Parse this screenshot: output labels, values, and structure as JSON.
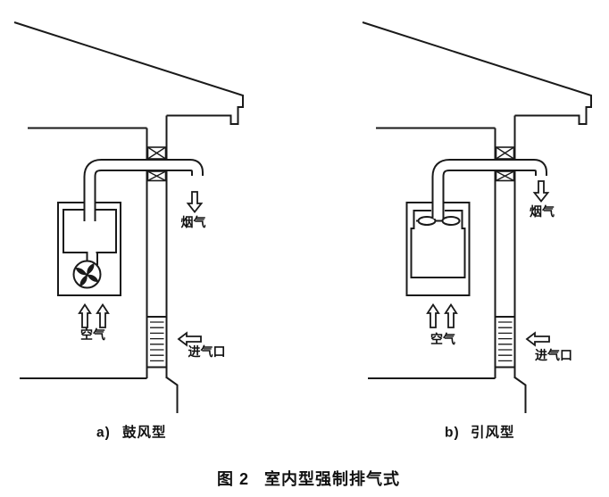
{
  "figure": {
    "number": "图 2",
    "name": "室内型强制排气式"
  },
  "panels": [
    {
      "caption_letter": "a)",
      "caption": "鼓风型",
      "flue_label": "烟气",
      "air_label": "空气",
      "inlet_label": "进气口",
      "fan_icon": "pinwheel-blower-fan",
      "flue_arrow_icon": "down-block-arrow",
      "air_arrow_icon": "up-block-arrows",
      "inlet_arrow_icon": "left-block-arrow"
    },
    {
      "caption_letter": "b)",
      "caption": "引风型",
      "flue_label": "烟气",
      "air_label": "空气",
      "inlet_label": "进气口",
      "fan_icon": "axial-induced-draft-fan",
      "flue_arrow_icon": "down-block-arrow",
      "air_arrow_icon": "up-block-arrows",
      "inlet_arrow_icon": "left-block-arrow"
    }
  ],
  "colors": {
    "line": "#1a1a1a",
    "background": "#ffffff"
  }
}
